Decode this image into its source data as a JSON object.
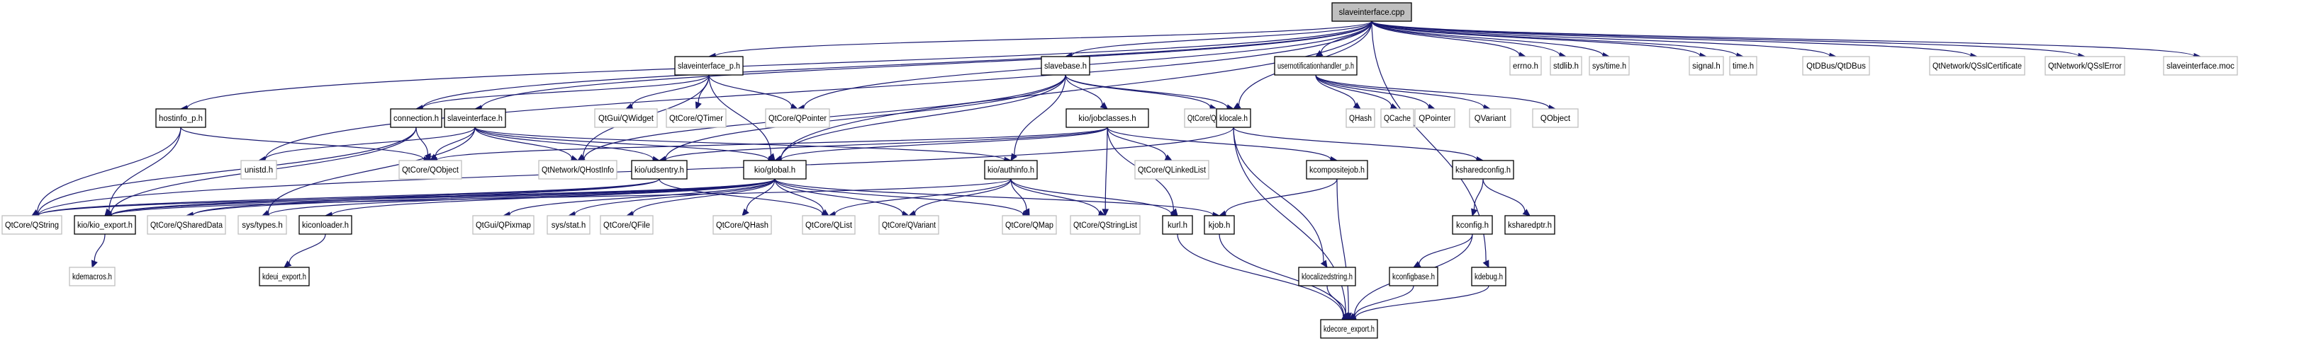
{
  "title": "slaveinterface.cpp",
  "colors": {
    "edge": "#191970",
    "root_fill": "#bfbfbf",
    "local_border": "#000000",
    "external_border": "#bfbfbf"
  },
  "nodes": [
    {
      "id": "root",
      "label": "slaveinterface.cpp",
      "kind": "root"
    },
    {
      "id": "hostinfo",
      "label": "hostinfo_p.h",
      "kind": "local"
    },
    {
      "id": "connection",
      "label": "connection.h",
      "kind": "local"
    },
    {
      "id": "slaveinterface_h",
      "label": "slaveinterface.h",
      "kind": "local"
    },
    {
      "id": "slaveinterface_p",
      "label": "slaveinterface_p.h",
      "kind": "local"
    },
    {
      "id": "qwidget",
      "label": "QtGui/QWidget",
      "kind": "external"
    },
    {
      "id": "qtimer",
      "label": "QtCore/QTimer",
      "kind": "external"
    },
    {
      "id": "qpointer_core",
      "label": "QtCore/QPointer",
      "kind": "external"
    },
    {
      "id": "slavebase",
      "label": "slavebase.h",
      "kind": "local"
    },
    {
      "id": "jobclasses",
      "label": "kio/jobclasses.h",
      "kind": "local"
    },
    {
      "id": "qbytearray",
      "label": "QtCore/QByteArray",
      "kind": "external"
    },
    {
      "id": "klocale",
      "label": "klocale.h",
      "kind": "local"
    },
    {
      "id": "usernotif",
      "label": "usernotificationhandler_p.h",
      "kind": "local"
    },
    {
      "id": "qhash_plain",
      "label": "QHash",
      "kind": "external"
    },
    {
      "id": "qcache",
      "label": "QCache",
      "kind": "external"
    },
    {
      "id": "qpointer_plain",
      "label": "QPointer",
      "kind": "external"
    },
    {
      "id": "qvariant_plain",
      "label": "QVariant",
      "kind": "external"
    },
    {
      "id": "qobject_plain",
      "label": "QObject",
      "kind": "external"
    },
    {
      "id": "errno",
      "label": "errno.h",
      "kind": "external"
    },
    {
      "id": "stdlib",
      "label": "stdlib.h",
      "kind": "external"
    },
    {
      "id": "systime",
      "label": "sys/time.h",
      "kind": "external"
    },
    {
      "id": "signal",
      "label": "signal.h",
      "kind": "external"
    },
    {
      "id": "time",
      "label": "time.h",
      "kind": "external"
    },
    {
      "id": "qdbus",
      "label": "QtDBus/QtDBus",
      "kind": "external"
    },
    {
      "id": "qsslcert",
      "label": "QtNetwork/QSslCertificate",
      "kind": "external"
    },
    {
      "id": "qsslerror",
      "label": "QtNetwork/QSslError",
      "kind": "external"
    },
    {
      "id": "moc",
      "label": "slaveinterface.moc",
      "kind": "external"
    },
    {
      "id": "unistd",
      "label": "unistd.h",
      "kind": "external"
    },
    {
      "id": "qobject_core",
      "label": "QtCore/QObject",
      "kind": "external"
    },
    {
      "id": "qhostinfo",
      "label": "QtNetwork/QHostInfo",
      "kind": "external"
    },
    {
      "id": "udsentry",
      "label": "kio/udsentry.h",
      "kind": "local"
    },
    {
      "id": "global",
      "label": "kio/global.h",
      "kind": "local"
    },
    {
      "id": "authinfo",
      "label": "kio/authinfo.h",
      "kind": "local"
    },
    {
      "id": "qlinkedlist",
      "label": "QtCore/QLinkedList",
      "kind": "external"
    },
    {
      "id": "kcompositejob",
      "label": "kcompositejob.h",
      "kind": "local"
    },
    {
      "id": "ksharedconfig",
      "label": "ksharedconfig.h",
      "kind": "local"
    },
    {
      "id": "qstring",
      "label": "QtCore/QString",
      "kind": "external"
    },
    {
      "id": "kio_export",
      "label": "kio/kio_export.h",
      "kind": "local"
    },
    {
      "id": "qshareddata",
      "label": "QtCore/QSharedData",
      "kind": "external"
    },
    {
      "id": "systypes",
      "label": "sys/types.h",
      "kind": "external"
    },
    {
      "id": "kiconloader",
      "label": "kiconloader.h",
      "kind": "local"
    },
    {
      "id": "qpixmap",
      "label": "QtGui/QPixmap",
      "kind": "external"
    },
    {
      "id": "sysstat",
      "label": "sys/stat.h",
      "kind": "external"
    },
    {
      "id": "qfile",
      "label": "QtCore/QFile",
      "kind": "external"
    },
    {
      "id": "qhash_core",
      "label": "QtCore/QHash",
      "kind": "external"
    },
    {
      "id": "qlist",
      "label": "QtCore/QList",
      "kind": "external"
    },
    {
      "id": "qvariant_core",
      "label": "QtCore/QVariant",
      "kind": "external"
    },
    {
      "id": "qmap",
      "label": "QtCore/QMap",
      "kind": "external"
    },
    {
      "id": "qstringlist",
      "label": "QtCore/QStringList",
      "kind": "external"
    },
    {
      "id": "kurl",
      "label": "kurl.h",
      "kind": "local"
    },
    {
      "id": "kjob",
      "label": "kjob.h",
      "kind": "local"
    },
    {
      "id": "kconfig",
      "label": "kconfig.h",
      "kind": "local"
    },
    {
      "id": "ksharedptr",
      "label": "ksharedptr.h",
      "kind": "local"
    },
    {
      "id": "kdemacros",
      "label": "kdemacros.h",
      "kind": "external"
    },
    {
      "id": "kdeui_export",
      "label": "kdeui_export.h",
      "kind": "local"
    },
    {
      "id": "klocalizedstring",
      "label": "klocalizedstring.h",
      "kind": "local"
    },
    {
      "id": "kconfigbase",
      "label": "kconfigbase.h",
      "kind": "local"
    },
    {
      "id": "kdebug",
      "label": "kdebug.h",
      "kind": "local"
    },
    {
      "id": "kdecore_export",
      "label": "kdecore_export.h",
      "kind": "local"
    }
  ],
  "edges": [
    [
      "root",
      "hostinfo"
    ],
    [
      "root",
      "connection"
    ],
    [
      "root",
      "slaveinterface_h"
    ],
    [
      "root",
      "slaveinterface_p"
    ],
    [
      "root",
      "slavebase"
    ],
    [
      "root",
      "qpointer_core"
    ],
    [
      "root",
      "klocale"
    ],
    [
      "root",
      "usernotif"
    ],
    [
      "root",
      "errno"
    ],
    [
      "root",
      "stdlib"
    ],
    [
      "root",
      "systime"
    ],
    [
      "root",
      "signal"
    ],
    [
      "root",
      "time"
    ],
    [
      "root",
      "qdbus"
    ],
    [
      "root",
      "qsslcert"
    ],
    [
      "root",
      "qsslerror"
    ],
    [
      "root",
      "moc"
    ],
    [
      "root",
      "unistd"
    ],
    [
      "root",
      "global"
    ],
    [
      "root",
      "kdebug"
    ],
    [
      "hostinfo",
      "qobject_core"
    ],
    [
      "hostinfo",
      "qstring"
    ],
    [
      "hostinfo",
      "kio_export"
    ],
    [
      "connection",
      "qobject_core"
    ],
    [
      "connection",
      "qstring"
    ],
    [
      "connection",
      "kio_export"
    ],
    [
      "slaveinterface_h",
      "unistd"
    ],
    [
      "slaveinterface_h",
      "qobject_core"
    ],
    [
      "slaveinterface_h",
      "qhostinfo"
    ],
    [
      "slaveinterface_h",
      "udsentry"
    ],
    [
      "slaveinterface_h",
      "global"
    ],
    [
      "slaveinterface_h",
      "authinfo"
    ],
    [
      "slaveinterface_h",
      "systypes"
    ],
    [
      "slaveinterface_p",
      "connection"
    ],
    [
      "slaveinterface_p",
      "qwidget"
    ],
    [
      "slaveinterface_p",
      "qtimer"
    ],
    [
      "slaveinterface_p",
      "qpointer_core"
    ],
    [
      "slaveinterface_p",
      "global"
    ],
    [
      "slaveinterface_p",
      "qhostinfo"
    ],
    [
      "slavebase",
      "jobclasses"
    ],
    [
      "slavebase",
      "qbytearray"
    ],
    [
      "slavebase",
      "klocale"
    ],
    [
      "slavebase",
      "authinfo"
    ],
    [
      "slavebase",
      "udsentry"
    ],
    [
      "slavebase",
      "global"
    ],
    [
      "slavebase",
      "qhostinfo"
    ],
    [
      "jobclasses",
      "qobject_core"
    ],
    [
      "jobclasses",
      "udsentry"
    ],
    [
      "jobclasses",
      "global"
    ],
    [
      "jobclasses",
      "qlinkedlist"
    ],
    [
      "jobclasses",
      "qstringlist"
    ],
    [
      "jobclasses",
      "kurl"
    ],
    [
      "jobclasses",
      "kcompositejob"
    ],
    [
      "klocale",
      "qstring"
    ],
    [
      "klocale",
      "klocalizedstring"
    ],
    [
      "klocale",
      "kdecore_export"
    ],
    [
      "klocale",
      "ksharedconfig"
    ],
    [
      "usernotif",
      "qhash_plain"
    ],
    [
      "usernotif",
      "qcache"
    ],
    [
      "usernotif",
      "qpointer_plain"
    ],
    [
      "usernotif",
      "qvariant_plain"
    ],
    [
      "usernotif",
      "qobject_plain"
    ],
    [
      "udsentry",
      "qstring"
    ],
    [
      "udsentry",
      "kio_export"
    ],
    [
      "udsentry",
      "qshareddata"
    ],
    [
      "udsentry",
      "qlist"
    ],
    [
      "global",
      "qstring"
    ],
    [
      "global",
      "kio_export"
    ],
    [
      "global",
      "qshareddata"
    ],
    [
      "global",
      "systypes"
    ],
    [
      "global",
      "kiconloader"
    ],
    [
      "global",
      "qpixmap"
    ],
    [
      "global",
      "sysstat"
    ],
    [
      "global",
      "qfile"
    ],
    [
      "global",
      "qhash_core"
    ],
    [
      "global",
      "qlist"
    ],
    [
      "global",
      "qvariant_core"
    ],
    [
      "global",
      "qmap"
    ],
    [
      "global",
      "kjob"
    ],
    [
      "authinfo",
      "qmap"
    ],
    [
      "authinfo",
      "qvariant_core"
    ],
    [
      "authinfo",
      "qstringlist"
    ],
    [
      "authinfo",
      "kurl"
    ],
    [
      "authinfo",
      "qlist"
    ],
    [
      "authinfo",
      "kio_export"
    ],
    [
      "kcompositejob",
      "kjob"
    ],
    [
      "kcompositejob",
      "kdecore_export"
    ],
    [
      "ksharedconfig",
      "kconfig"
    ],
    [
      "ksharedconfig",
      "ksharedptr"
    ],
    [
      "kio_export",
      "kdemacros"
    ],
    [
      "kiconloader",
      "kdeui_export"
    ],
    [
      "kurl",
      "kdecore_export"
    ],
    [
      "kjob",
      "kdecore_export"
    ],
    [
      "kconfig",
      "kconfigbase"
    ],
    [
      "kconfig",
      "kdecore_export"
    ],
    [
      "klocalizedstring",
      "kdecore_export"
    ],
    [
      "kconfigbase",
      "kdecore_export"
    ],
    [
      "kdebug",
      "kdecore_export"
    ]
  ]
}
